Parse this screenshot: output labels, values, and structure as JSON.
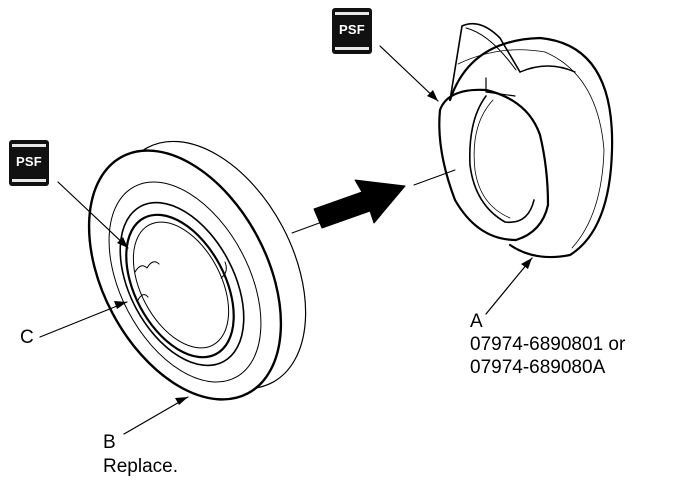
{
  "badges": {
    "psf_top": "PSF",
    "psf_left": "PSF"
  },
  "labels": {
    "a_letter": "A",
    "a_part1": "07974-6890801 or",
    "a_part2": "07974-689080A",
    "b_letter": "B",
    "b_note": "Replace.",
    "c_letter": "C"
  }
}
